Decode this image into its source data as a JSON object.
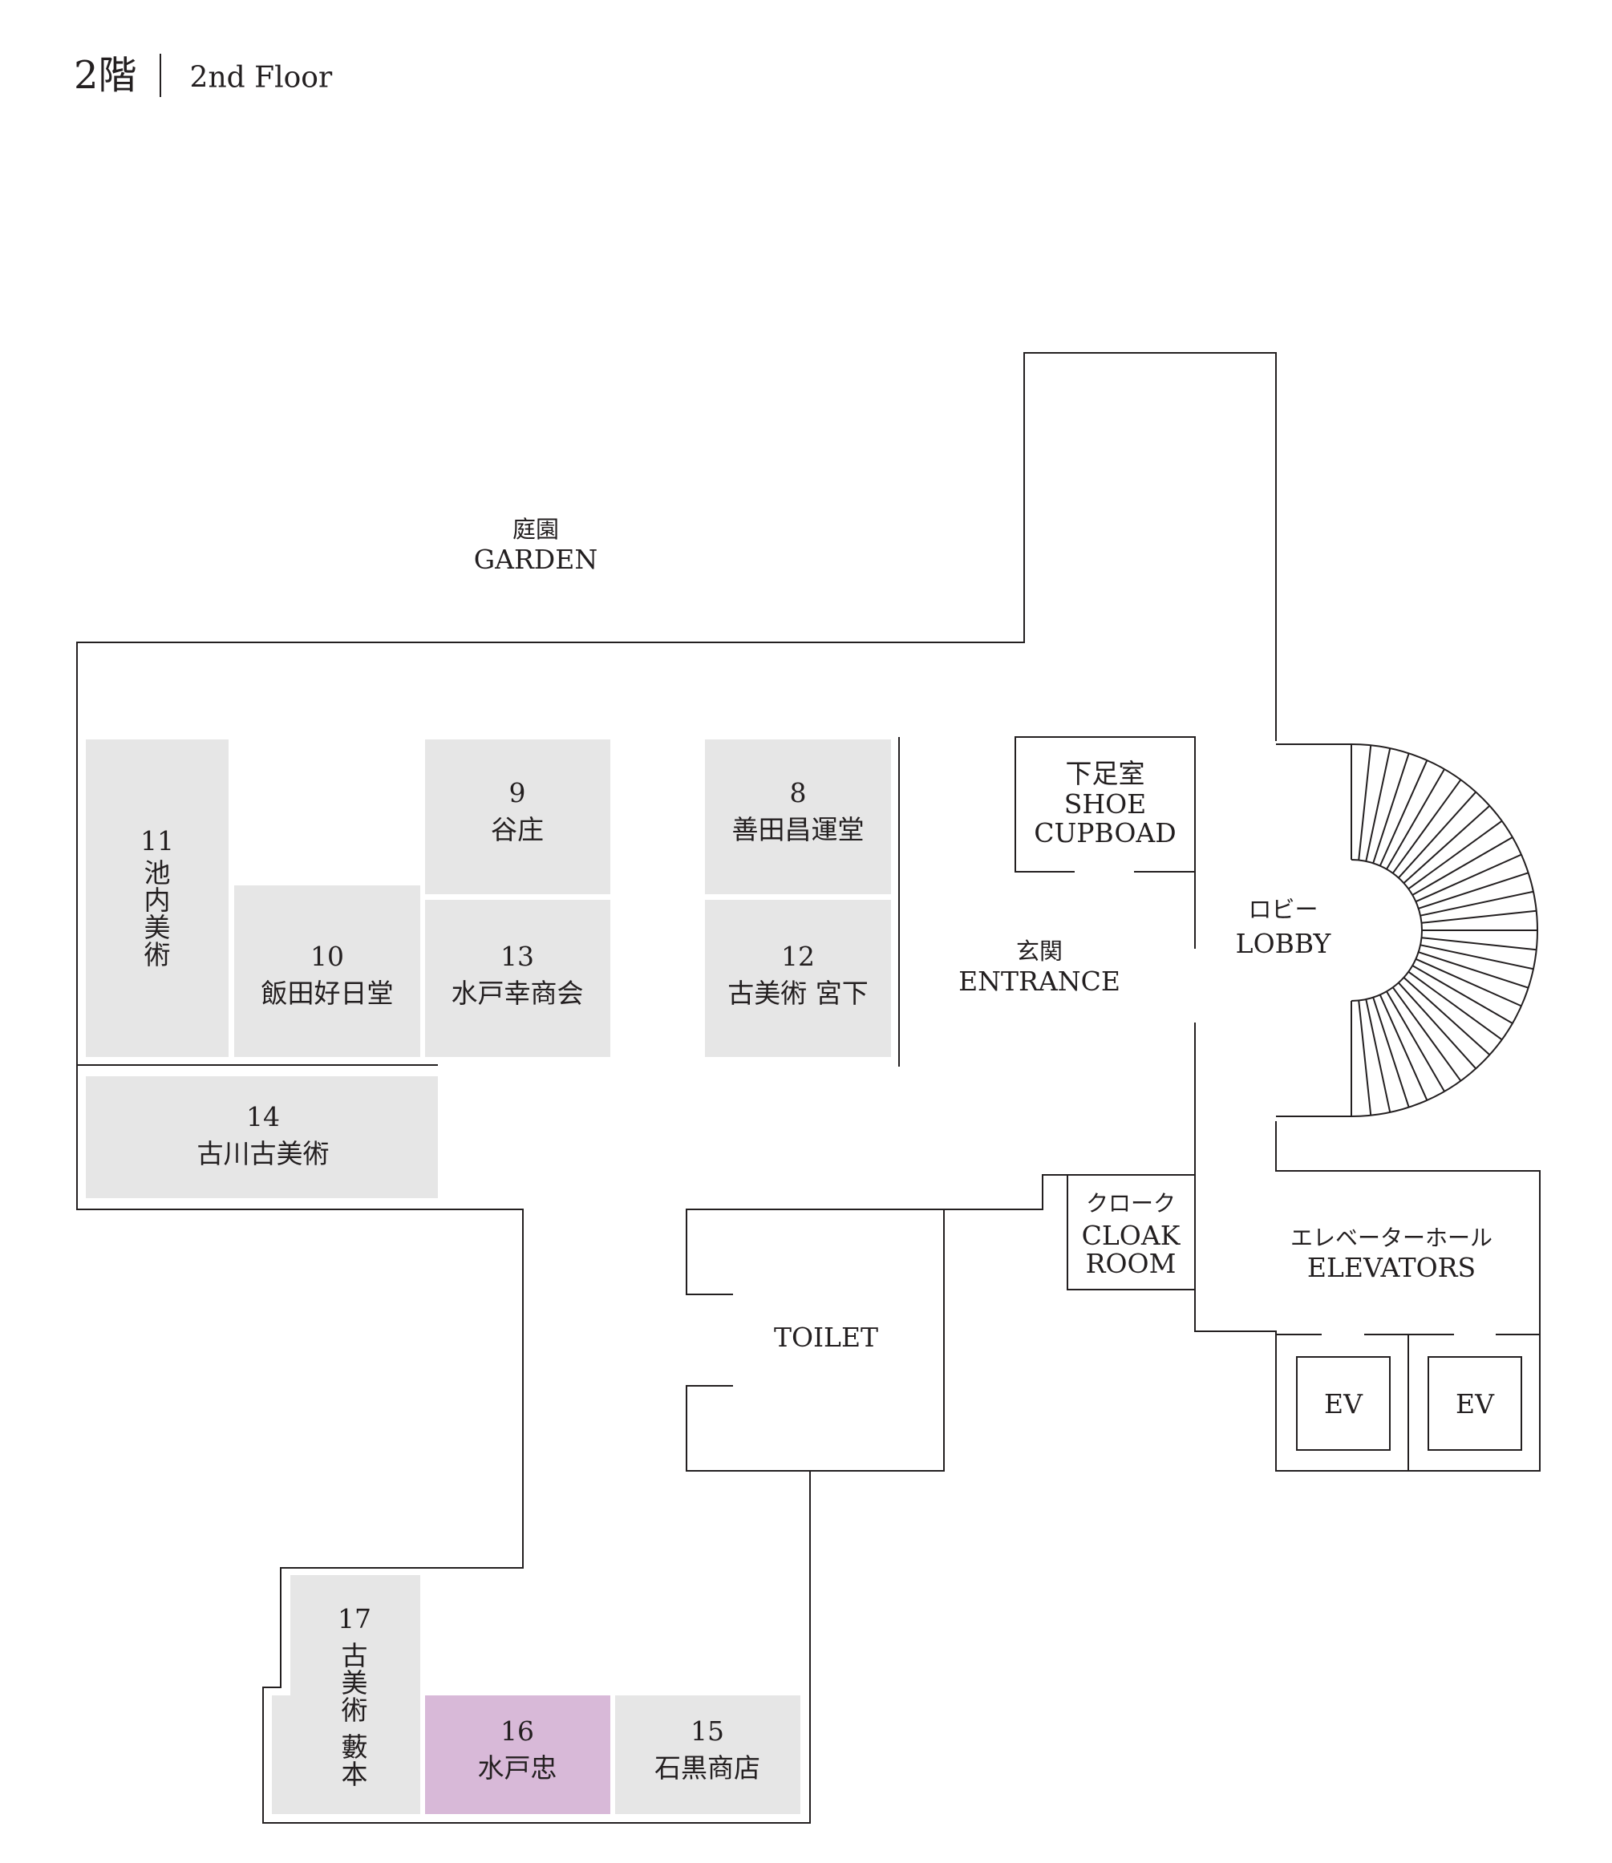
{
  "header": {
    "floor_jp": "2階",
    "floor_en": "2nd Floor"
  },
  "areas": {
    "garden": {
      "jp": "庭園",
      "en": "GARDEN"
    },
    "shoe": {
      "jp": "下足室",
      "en1": "SHOE",
      "en2": "CUPBOAD"
    },
    "lobby": {
      "jp": "ロビー",
      "en": "LOBBY"
    },
    "entrance": {
      "jp": "玄関",
      "en": "ENTRANCE"
    },
    "cloak": {
      "jp": "クローク",
      "en1": "CLOAK",
      "en2": "ROOM"
    },
    "elevators": {
      "jp": "エレベーターホール",
      "en": "ELEVATORS"
    },
    "toilet": {
      "en": "TOILET"
    },
    "ev1": "EV",
    "ev2": "EV"
  },
  "booths": {
    "b8": {
      "num": "8",
      "name": "善田昌運堂"
    },
    "b9": {
      "num": "9",
      "name": "谷庄"
    },
    "b10": {
      "num": "10",
      "name": "飯田好日堂"
    },
    "b11": {
      "num": "11",
      "chars": [
        "池",
        "内",
        "美",
        "術"
      ]
    },
    "b12": {
      "num": "12",
      "name": "古美術 宮下"
    },
    "b13": {
      "num": "13",
      "name": "水戸幸商会"
    },
    "b14": {
      "num": "14",
      "name": "古川古美術"
    },
    "b15": {
      "num": "15",
      "name": "石黒商店"
    },
    "b16": {
      "num": "16",
      "name": "水戸忠",
      "highlighted": true,
      "color": "#d8b9d8"
    },
    "b17": {
      "num": "17",
      "chars": [
        "古",
        "美",
        "術"
      ],
      "chars2": [
        "藪",
        "本"
      ]
    }
  },
  "colors": {
    "booth": "#e6e6e6",
    "highlight": "#d8b9d8",
    "line": "#231f20"
  }
}
